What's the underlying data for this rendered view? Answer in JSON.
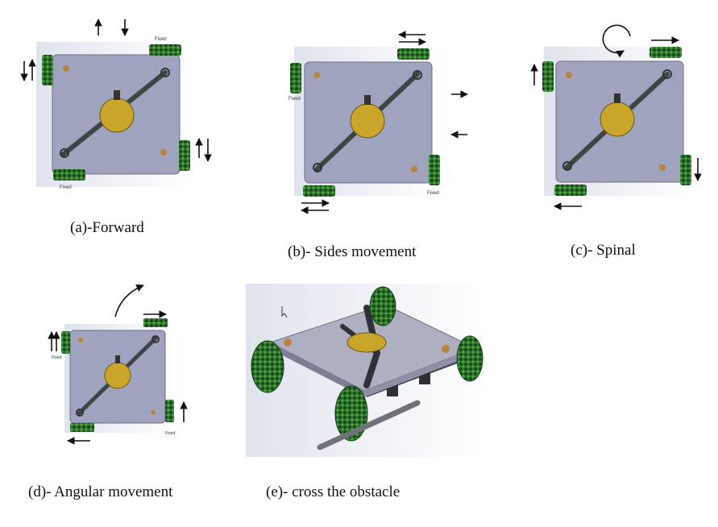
{
  "panels": [
    {
      "id": "a",
      "caption": "(a)-Forward",
      "labels": {
        "top_right": "Fixed",
        "bottom_left": "Fixed"
      }
    },
    {
      "id": "b",
      "caption": "(b)- Sides movement",
      "labels": {
        "left": "Fixed",
        "bottom_right": "Fixed"
      }
    },
    {
      "id": "c",
      "caption": "(c)- Spinal"
    },
    {
      "id": "d",
      "caption": "(d)- Angular movement",
      "labels": {
        "left": "Fixed",
        "bottom_right": "Fixed"
      }
    },
    {
      "id": "e",
      "caption": "(e)- cross the obstacle"
    }
  ],
  "colors": {
    "plate": "#9fa3bd",
    "plate_edge": "#6c6f86",
    "rod": "#3f4545",
    "disc": "#c9a52a",
    "wheel": "#2f7a2f",
    "wheel_dark": "#123d12",
    "shadow_bg": "#e4e7ef"
  }
}
